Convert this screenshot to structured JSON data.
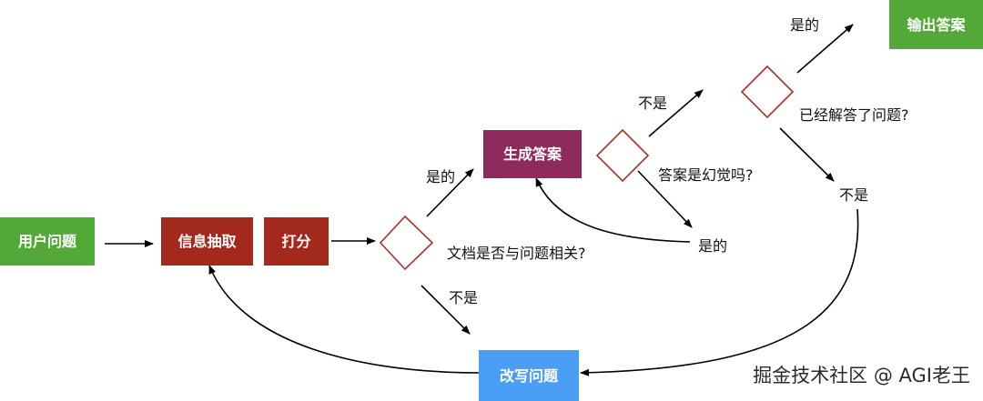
{
  "colors": {
    "green": "#52a938",
    "dark_red": "#a3291c",
    "purple": "#8e2a5e",
    "blue": "#4a9ff5",
    "diamond_stroke": "#a8322a"
  },
  "nodes": {
    "user_question": "用户问题",
    "info_extract": "信息抽取",
    "score": "打分",
    "generate_answer": "生成答案",
    "rewrite_question": "改写问题",
    "output_answer": "输出答案"
  },
  "decisions": {
    "doc_relevant": "文档是否与问题相关?",
    "hallucination": "答案是幻觉吗?",
    "answered": "已经解答了问题?"
  },
  "edges": {
    "relevant_yes": "是的",
    "relevant_no": "不是",
    "hallucination_no": "不是",
    "hallucination_yes": "是的",
    "answered_yes": "是的",
    "answered_no": "不是"
  },
  "watermark": "掘金技术社区 @ AGI老王"
}
